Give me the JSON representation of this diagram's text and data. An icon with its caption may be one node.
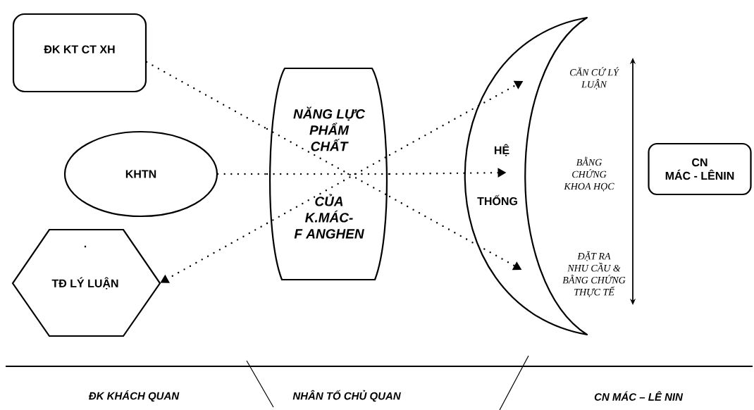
{
  "diagram": {
    "nodes": [
      {
        "text": [
          "ĐK KT CT XH"
        ]
      },
      {
        "text": [
          "KHTN"
        ]
      },
      {
        "text": [
          ".",
          "TĐ LÝ LUẬN"
        ]
      },
      {
        "text": [
          "NĂNG LỰC PHẨM CHẤT",
          "CỦA K.MÁC- F ANGHEN"
        ]
      },
      {
        "text": [
          "HỆ",
          "THỐNG"
        ]
      },
      {
        "text": [
          "CN MÁC - LÊNIN"
        ]
      }
    ],
    "edges": [
      {
        "from": 0,
        "to": 3,
        "arrow": "none"
      },
      {
        "from": 3,
        "to": 4,
        "arrow": "to"
      },
      {
        "from": 1,
        "to": 3,
        "arrow": "none"
      },
      {
        "from": 3,
        "to": 4,
        "arrow": "to"
      },
      {
        "from": 3,
        "to": 2,
        "arrow": "to"
      },
      {
        "from": 3,
        "to": 4,
        "arrow": "to"
      }
    ],
    "labels": [
      "CĂN CỨ LÝ LUẬN",
      "BẰNG CHỨNG KHOA HỌC",
      "ĐẶT RA NHU CẦU & BẰNG CHỨNG THỰC TẾ",
      "ĐK KHÁCH QUAN",
      "NHÂN TỐ CHỦ QUAN",
      "CN MÁC – LÊ NIN"
    ]
  }
}
